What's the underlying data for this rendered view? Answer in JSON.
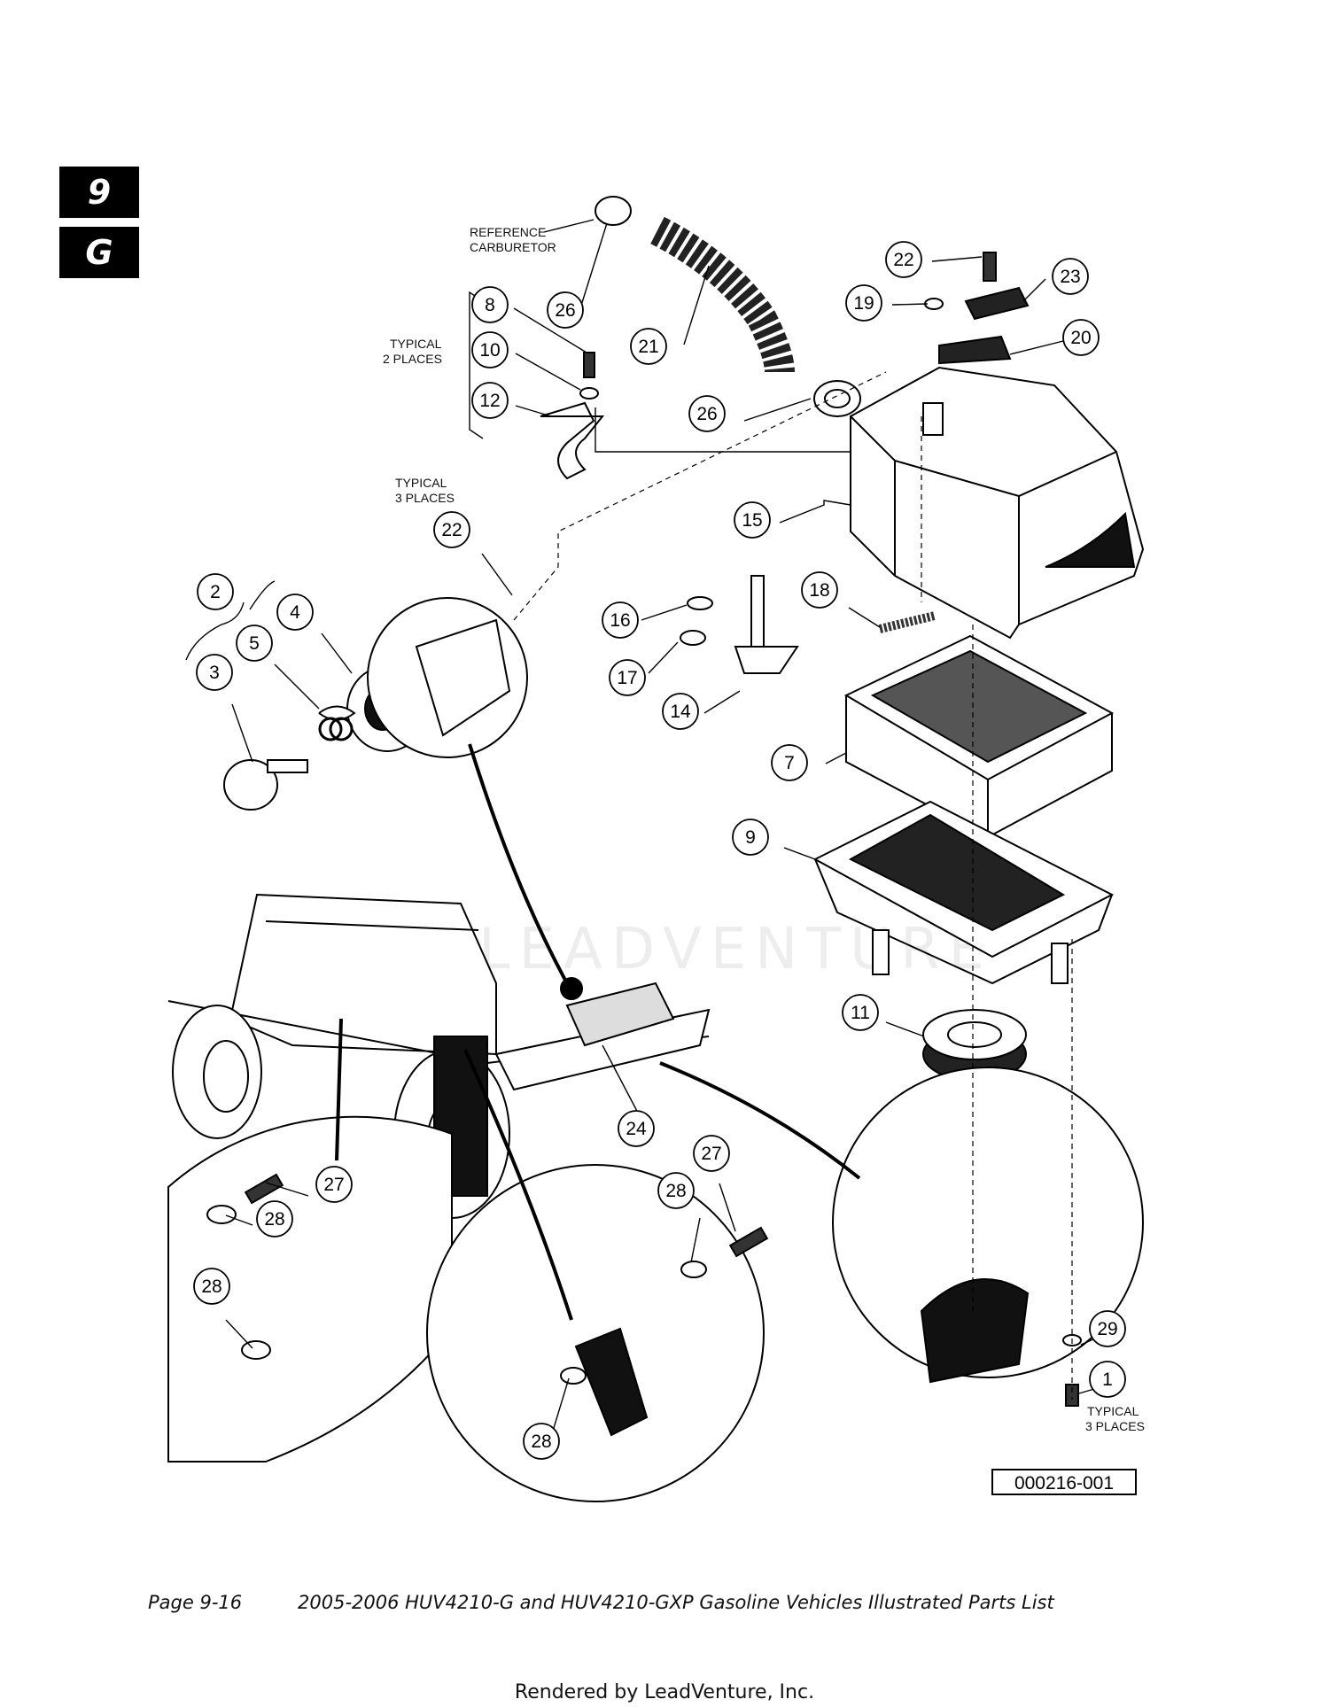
{
  "section_tab": {
    "number": "9",
    "letter": "G"
  },
  "footer": {
    "page": "Page 9-16",
    "title": "2005-2006 HUV4210-G and HUV4210-GXP Gasoline Vehicles Illustrated Parts List"
  },
  "rendered_by": "Rendered by LeadVenture, Inc.",
  "watermark_text": "LEADVENTURE",
  "figure_id": "000216-001",
  "notes": {
    "reference_carburetor": [
      "REFERENCE",
      "CARBURETOR"
    ],
    "typical_2_places": [
      "TYPICAL",
      "2 PLACES"
    ],
    "typical_3_places_top": [
      "TYPICAL",
      "3 PLACES"
    ],
    "typical_3_places_bottom": [
      "TYPICAL",
      "3 PLACES"
    ]
  },
  "callouts": [
    {
      "id": "c26a",
      "label": "26"
    },
    {
      "id": "c21",
      "label": "21"
    },
    {
      "id": "c8",
      "label": "8"
    },
    {
      "id": "c10",
      "label": "10"
    },
    {
      "id": "c12",
      "label": "12"
    },
    {
      "id": "c26b",
      "label": "26"
    },
    {
      "id": "c22a",
      "label": "22"
    },
    {
      "id": "c23",
      "label": "23"
    },
    {
      "id": "c19",
      "label": "19"
    },
    {
      "id": "c20",
      "label": "20"
    },
    {
      "id": "c15",
      "label": "15"
    },
    {
      "id": "c22b",
      "label": "22"
    },
    {
      "id": "c18",
      "label": "18"
    },
    {
      "id": "c16",
      "label": "16"
    },
    {
      "id": "c17",
      "label": "17"
    },
    {
      "id": "c14",
      "label": "14"
    },
    {
      "id": "c2",
      "label": "2"
    },
    {
      "id": "c4",
      "label": "4"
    },
    {
      "id": "c5",
      "label": "5"
    },
    {
      "id": "c3",
      "label": "3"
    },
    {
      "id": "c7",
      "label": "7"
    },
    {
      "id": "c9",
      "label": "9"
    },
    {
      "id": "c11",
      "label": "11"
    },
    {
      "id": "c24",
      "label": "24"
    },
    {
      "id": "c27a",
      "label": "27"
    },
    {
      "id": "c28a",
      "label": "28"
    },
    {
      "id": "c28b",
      "label": "28"
    },
    {
      "id": "c27b",
      "label": "27"
    },
    {
      "id": "c28c",
      "label": "28"
    },
    {
      "id": "c28d",
      "label": "28"
    },
    {
      "id": "c29",
      "label": "29"
    },
    {
      "id": "c1",
      "label": "1"
    }
  ]
}
